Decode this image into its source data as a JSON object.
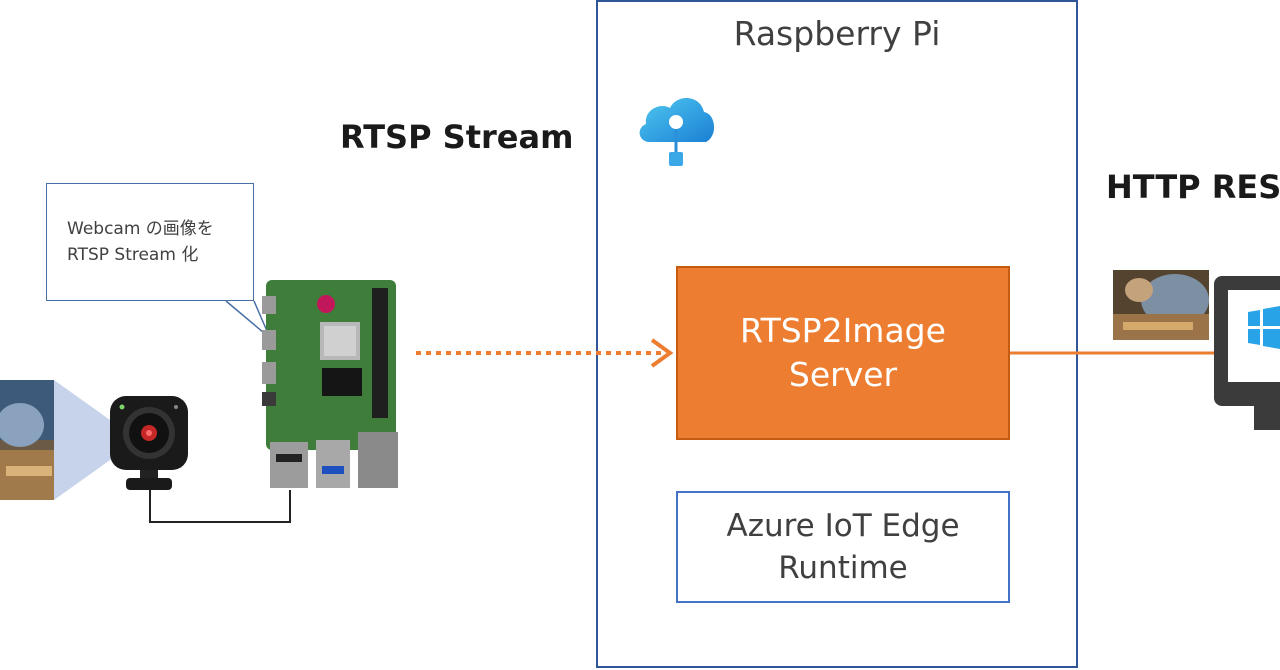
{
  "raspberry_pi_label": "Raspberry Pi",
  "rtsp_stream_label": "RTSP Stream",
  "http_label": "HTTP RES",
  "callout": {
    "line1": "Webcam の画像を",
    "line2": "RTSP Stream 化"
  },
  "server_box": {
    "line1": "RTSP2Image",
    "line2": "Server"
  },
  "runtime_box": {
    "line1": "Azure IoT Edge",
    "line2": "Runtime"
  },
  "colors": {
    "orange": "#ed7d31",
    "blue_border": "#2f5597",
    "light_blue": "#4472c4"
  },
  "icons": [
    "azure-iot-edge-icon",
    "webcam-icon",
    "raspberry-pi-board-icon",
    "windows-monitor-icon"
  ]
}
